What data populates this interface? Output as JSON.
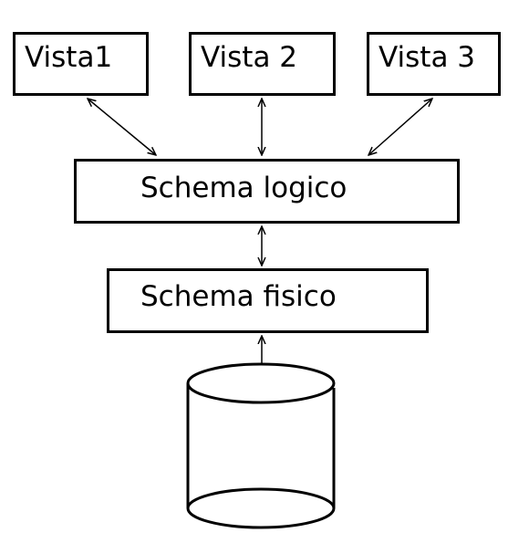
{
  "views": [
    {
      "label": "Vista1"
    },
    {
      "label": "Vista 2"
    },
    {
      "label": "Vista 3"
    }
  ],
  "logical_schema": {
    "label": "Schema logico"
  },
  "physical_schema": {
    "label": "Schema fisico"
  },
  "colors": {
    "stroke": "#000000",
    "background": "#ffffff"
  },
  "icons": {
    "database": "cylinder-icon"
  }
}
